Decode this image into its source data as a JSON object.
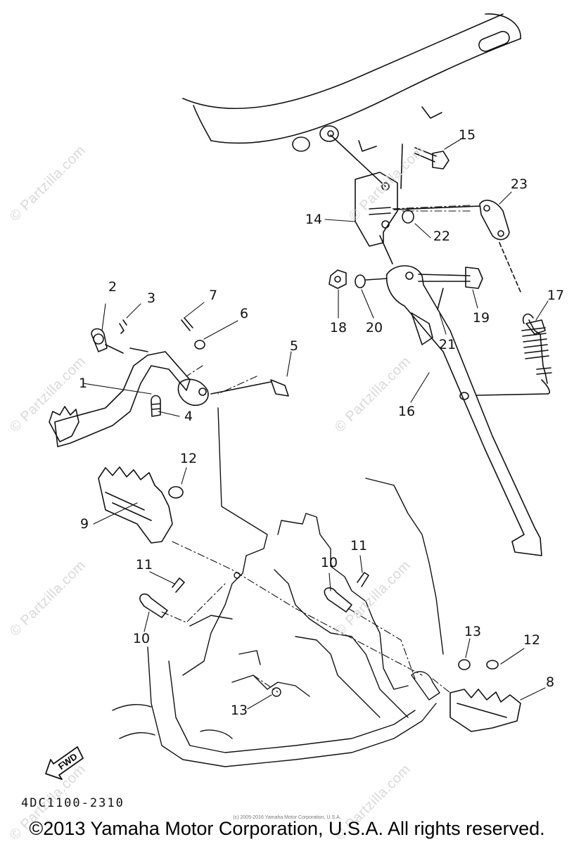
{
  "watermark": "© Partzilla.com",
  "labels": [
    {
      "id": "1",
      "text": "1"
    },
    {
      "id": "2",
      "text": "2"
    },
    {
      "id": "3",
      "text": "3"
    },
    {
      "id": "4",
      "text": "4"
    },
    {
      "id": "5",
      "text": "5"
    },
    {
      "id": "6",
      "text": "6"
    },
    {
      "id": "7",
      "text": "7"
    },
    {
      "id": "8",
      "text": "8"
    },
    {
      "id": "9",
      "text": "9"
    },
    {
      "id": "10a",
      "text": "10"
    },
    {
      "id": "10b",
      "text": "10"
    },
    {
      "id": "11a",
      "text": "11"
    },
    {
      "id": "11b",
      "text": "11"
    },
    {
      "id": "12a",
      "text": "12"
    },
    {
      "id": "12b",
      "text": "12"
    },
    {
      "id": "13a",
      "text": "13"
    },
    {
      "id": "13b",
      "text": "13"
    },
    {
      "id": "14",
      "text": "14"
    },
    {
      "id": "15",
      "text": "15"
    },
    {
      "id": "16",
      "text": "16"
    },
    {
      "id": "17",
      "text": "17"
    },
    {
      "id": "18",
      "text": "18"
    },
    {
      "id": "19",
      "text": "19"
    },
    {
      "id": "20",
      "text": "20"
    },
    {
      "id": "21",
      "text": "21"
    },
    {
      "id": "22",
      "text": "22"
    },
    {
      "id": "23",
      "text": "23"
    }
  ],
  "fwd_label": "FWD",
  "diagram_code": "4DC1100-2310",
  "small_copyright": "(c) 2005-2016 Yamaha Motor Corporation, U.S.A.",
  "copyright": "©2013 Yamaha Motor Corporation, U.S.A. All rights reserved."
}
